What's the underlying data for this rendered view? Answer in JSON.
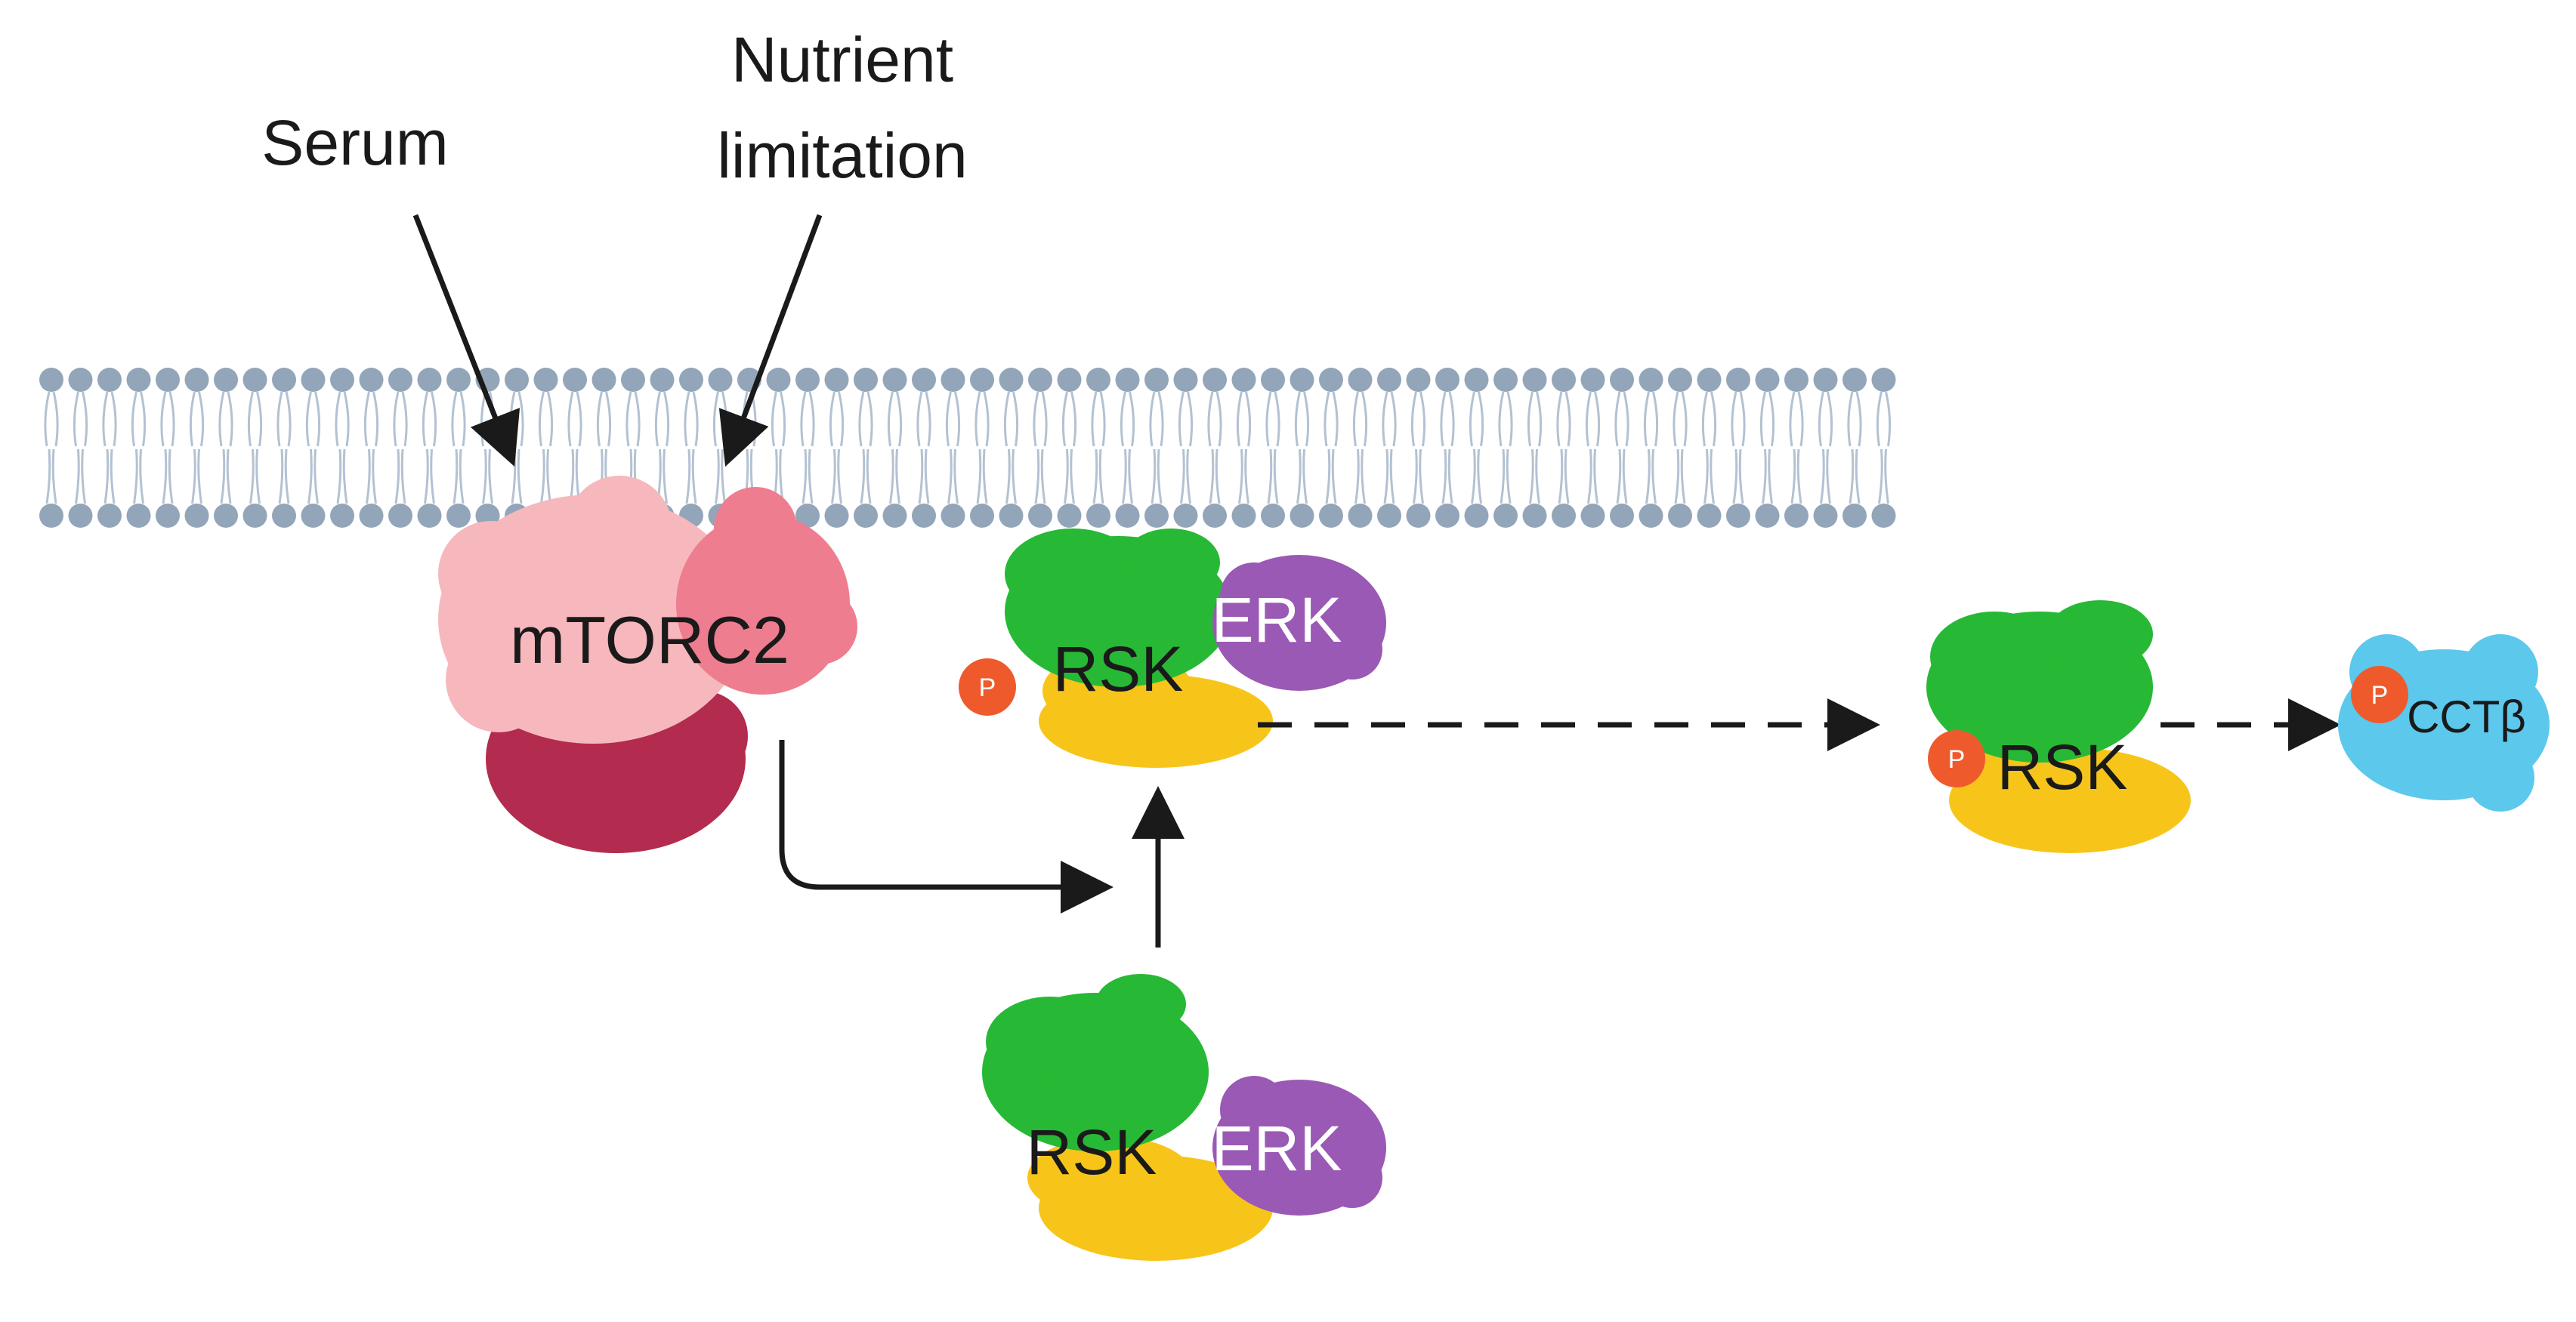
{
  "signals": {
    "serum": "Serum",
    "nutrient_line1": "Nutrient",
    "nutrient_line2": "limitation"
  },
  "complexes": {
    "mtorc2": "mTORC2",
    "rsk": "RSK",
    "erk": "ERK",
    "cct": "CCTβ",
    "phospho": "P"
  },
  "colors": {
    "membrane_head": "#93a5b9",
    "membrane_tail": "#b3c2d2",
    "mtorc2_light": "#f6b8bc",
    "mtorc2_mid": "#ee7e8f",
    "mtorc2_dark": "#b32b4f",
    "rsk_green": "#27b935",
    "rsk_yellow": "#f7c51a",
    "erk_purple": "#9a59b4",
    "cct_blue": "#5cc8ec",
    "phospho_orange": "#ee5a2c",
    "arrow": "#1a1a1a"
  }
}
